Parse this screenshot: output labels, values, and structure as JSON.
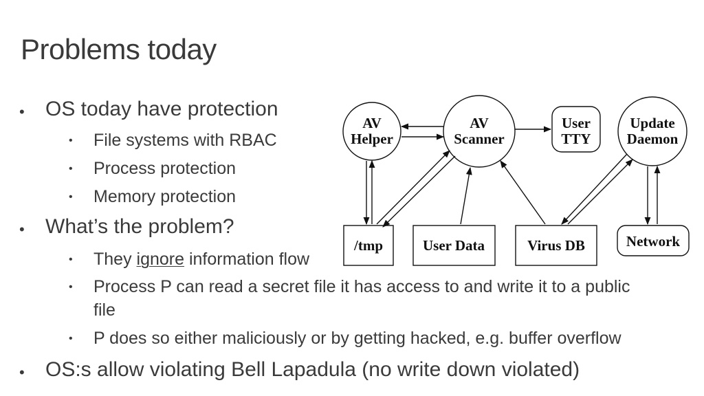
{
  "slide": {
    "title": "Problems today"
  },
  "bullets": {
    "b1": "OS today have protection",
    "b1_1": "File systems with RBAC",
    "b1_2": "Process protection",
    "b1_3": "Memory protection",
    "b2": "What’s the problem?",
    "b2_1_pre": "They ",
    "b2_1_em": "ignore",
    "b2_1_post": " information flow",
    "b2_2_line1": "Process P can read a secret file it has access to and write it to a public",
    "b2_2_line2": "file",
    "b2_3": "P does so either maliciously or by getting hacked, e.g. buffer overflow",
    "b3": "OS:s allow violating Bell Lapadula (no write down violated)"
  },
  "diagram": {
    "av_helper": [
      "AV",
      "Helper"
    ],
    "av_scanner": [
      "AV",
      "Scanner"
    ],
    "user_tty": [
      "User",
      "TTY"
    ],
    "update_daemon": [
      "Update",
      "Daemon"
    ],
    "tmp": "/tmp",
    "user_data": "User Data",
    "virus_db": "Virus DB",
    "network": "Network"
  }
}
